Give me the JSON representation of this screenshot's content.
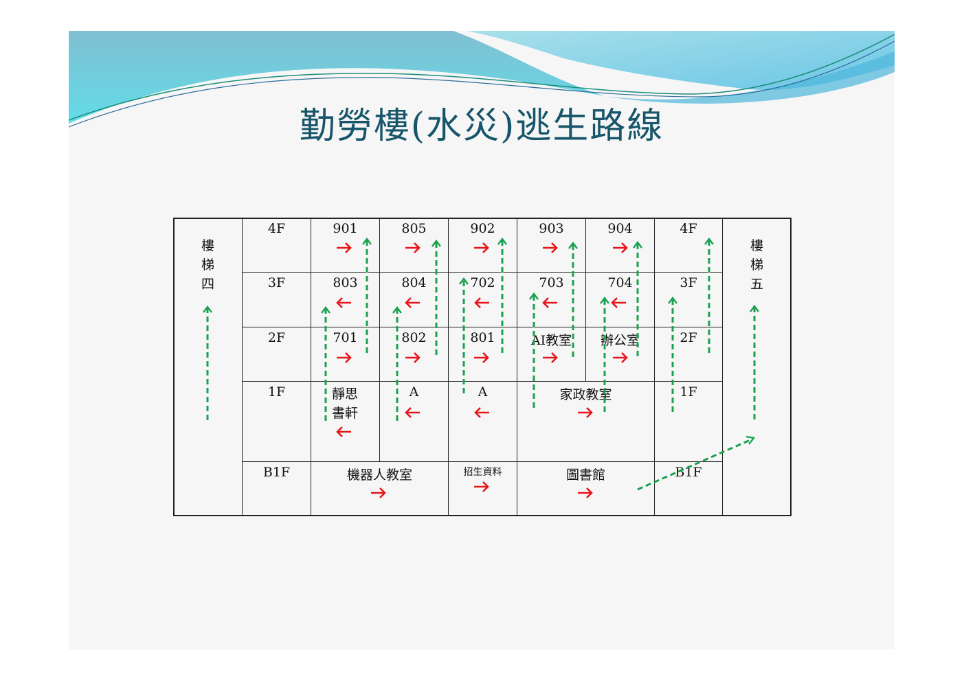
{
  "slide": {
    "title": "勤勞樓(水災)逃生路線"
  },
  "stairs": {
    "left": {
      "label": "樓梯四"
    },
    "right": {
      "label": "樓梯五"
    }
  },
  "floors": {
    "left": [
      "4F",
      "3F",
      "2F",
      "1F",
      "B1F"
    ],
    "right": [
      "4F",
      "3F",
      "2F",
      "1F",
      "B1F"
    ]
  },
  "rooms": {
    "row_4F": [
      "901",
      "805",
      "902",
      "903",
      "904"
    ],
    "row_3F": [
      "803",
      "804",
      "702",
      "703",
      "704"
    ],
    "row_2F": [
      "701",
      "802",
      "801",
      "AI教室",
      "辦公室"
    ],
    "row_1F": [
      "靜思\n書軒",
      "A",
      "A",
      "家政教室"
    ],
    "row_B1F": [
      "機器人教室",
      "招生資料",
      "圖書館"
    ]
  },
  "arrows": {
    "red_color": "#e8141a",
    "green_color": "#1aa150",
    "red_right": "→",
    "red_left": "←"
  }
}
